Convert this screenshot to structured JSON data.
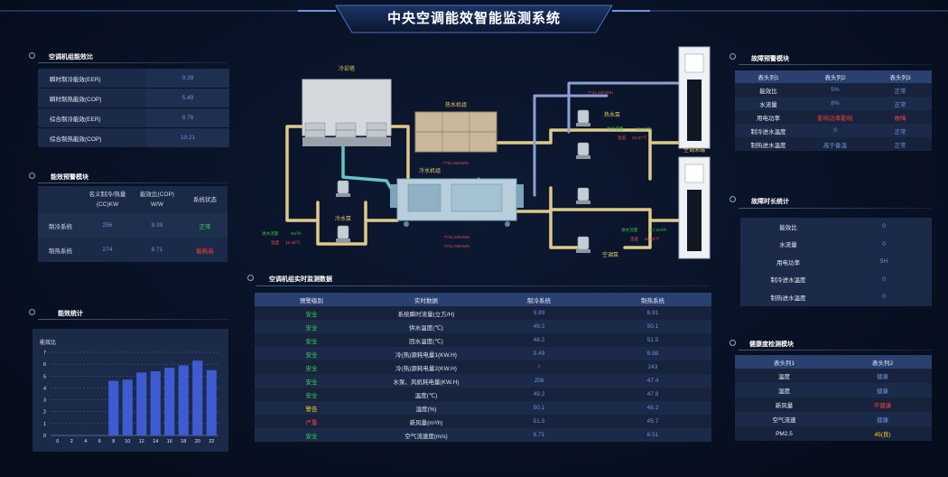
{
  "title": "中央空调能效智能监测系统",
  "colors": {
    "background": "#081124",
    "panel": "#1b2a48",
    "header_row": "#2a4070",
    "value_blue": "#6f8fd6",
    "ok_green": "#36d45a",
    "alarm_red": "#ff3b3b",
    "warn_yellow": "#ffd21f",
    "pipe_tan": "#e0c98a",
    "pipe_blue": "#8da0d3",
    "pipe_teal": "#67c5c9"
  },
  "efficiency_ratio": {
    "title": "空调机组能效比",
    "rows": [
      {
        "label": "瞬时制冷能效(EER)",
        "value": "9.39"
      },
      {
        "label": "瞬时制热能效(COP)",
        "value": "5.49"
      },
      {
        "label": "综合制冷能效(EER)",
        "value": "8.76"
      },
      {
        "label": "综合制热能效(COP)",
        "value": "10.21"
      }
    ]
  },
  "efficiency_warning": {
    "title": "能效预警模块",
    "headers": [
      "",
      "名义制冷/热量(CC)KW",
      "能效比(COP) W/W",
      "系统状态"
    ],
    "rows": [
      {
        "system": "制冷系统",
        "capacity": "256",
        "cop": "9.39",
        "status": "正常",
        "status_level": "ok"
      },
      {
        "system": "制热系统",
        "capacity": "274",
        "cop": "8.71",
        "status": "能耗高",
        "status_level": "alarm"
      }
    ]
  },
  "energy_stats": {
    "title": "能效统计"
  },
  "chart_data": {
    "type": "bar",
    "title": "",
    "ylabel": "能效比",
    "xlabel": "",
    "categories": [
      "0",
      "2",
      "4",
      "6",
      "8",
      "10",
      "12",
      "14",
      "16",
      "18",
      "20",
      "22"
    ],
    "values": [
      0,
      0,
      0,
      0,
      4.6,
      4.7,
      5.3,
      5.4,
      5.7,
      5.9,
      6.3,
      5.5
    ],
    "ylim": [
      0,
      7
    ],
    "yticks": [
      "0",
      "1",
      "2",
      "3",
      "4",
      "5",
      "6",
      "7"
    ],
    "grid": true,
    "bar_color": "#3e5bd1"
  },
  "diagram": {
    "cooling_tower": "冷却塔",
    "hot_water_unit": "热水机组",
    "hot_water_pump": "热水泵",
    "chiller_unit": "冷水机组",
    "cooling_pump": "冷水泵",
    "ac_pump": "空调泵",
    "ac_terminal": "空调末端",
    "energy_readout": "7731.92KW/H",
    "flow_label": "进水流量",
    "temp_label": "温度",
    "hot_flow": "11.6m³/h",
    "hot_temp": "23.97℃",
    "left_flow": "0m³/h",
    "left_temp": "16.48℃",
    "right_flow": "17.2m³/h",
    "right_temp": "61.66℃"
  },
  "realtime": {
    "title": "空调机组实时监测数据",
    "headers": [
      "预警级别",
      "实时数据",
      "制冷系统",
      "制热系统"
    ],
    "rows": [
      {
        "level": "安全",
        "level_type": "ok",
        "name": "系统瞬时流量(立方/H)",
        "cool": "9.89",
        "heat": "6.81"
      },
      {
        "level": "安全",
        "level_type": "ok",
        "name": "供水温度(℃)",
        "cool": "49.2",
        "heat": "50.1"
      },
      {
        "level": "安全",
        "level_type": "ok",
        "name": "回水温度(℃)",
        "cool": "48.2",
        "heat": "51.5"
      },
      {
        "level": "安全",
        "level_type": "ok",
        "name": "冷(热)源耗电量1(KW.H)",
        "cool": "5.49",
        "heat": "8.98"
      },
      {
        "level": "安全",
        "level_type": "ok",
        "name": "冷(热)源耗电量2(KW.H)",
        "cool": "/",
        "heat": "243"
      },
      {
        "level": "安全",
        "level_type": "ok",
        "name": "水泵、风机耗电量(KW.H)",
        "cool": "256",
        "heat": "47.4"
      },
      {
        "level": "安全",
        "level_type": "ok",
        "name": "温度(℃)",
        "cool": "49.2",
        "heat": "47.8"
      },
      {
        "level": "警告",
        "level_type": "warn",
        "name": "湿度(%)",
        "cool": "50.1",
        "heat": "48.2"
      },
      {
        "level": "严重",
        "level_type": "alarm",
        "name": "新风量(m³/h)",
        "cool": "51.5",
        "heat": "45.7"
      },
      {
        "level": "安全",
        "level_type": "ok",
        "name": "空气流速度(m/s)",
        "cool": "8.71",
        "heat": "6.51"
      }
    ]
  },
  "fault_warning": {
    "title": "故障预警模块",
    "headers": [
      "表头列1",
      "表头列2",
      "表头列3"
    ],
    "rows": [
      {
        "c1": "能效比",
        "c2": "5%",
        "c3": "正常",
        "alarm": false
      },
      {
        "c1": "水流量",
        "c2": "8%",
        "c3": "正常",
        "alarm": false
      },
      {
        "c1": "用电功率",
        "c2": "影响功率影响",
        "c3": "故障",
        "alarm": true
      },
      {
        "c1": "制冷进水温度",
        "c2": "0",
        "c3": "正常",
        "alarm": false
      },
      {
        "c1": "制热进水温度",
        "c2": "高于备温",
        "c3": "正常",
        "alarm": false
      }
    ]
  },
  "fault_time": {
    "title": "故障时长统计",
    "rows": [
      {
        "label": "能效比",
        "value": "0"
      },
      {
        "label": "水流量",
        "value": "0"
      },
      {
        "label": "用电功率",
        "value": "5H"
      },
      {
        "label": "制冷进水温度",
        "value": "0"
      },
      {
        "label": "制热进水温度",
        "value": "0"
      }
    ]
  },
  "health": {
    "title": "健康度检测模块",
    "headers": [
      "表头列1",
      "表头列2"
    ],
    "rows": [
      {
        "name": "温度",
        "value": "健康",
        "type": "num"
      },
      {
        "name": "湿度",
        "value": "健康",
        "type": "num"
      },
      {
        "name": "新风量",
        "value": "不健康",
        "type": "alarm"
      },
      {
        "name": "空气流速",
        "value": "健康",
        "type": "num"
      },
      {
        "name": "PM2.5",
        "value": "45(良)",
        "type": "yel"
      }
    ]
  }
}
